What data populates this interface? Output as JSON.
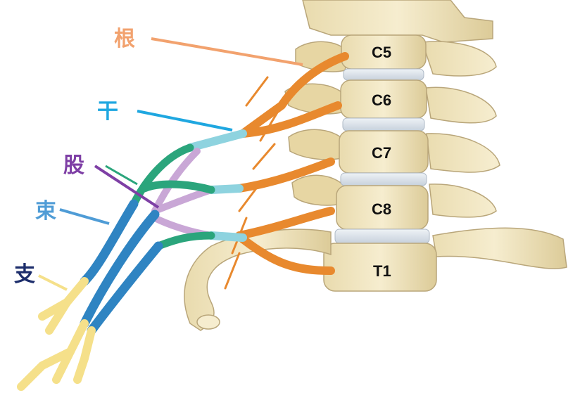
{
  "figure": {
    "labels": [
      {
        "id": "root",
        "text": "根",
        "color": "#F2A26E"
      },
      {
        "id": "trunk",
        "text": "干",
        "color": "#1FA7E0"
      },
      {
        "id": "division",
        "text": "股",
        "color": "#7E3FA5"
      },
      {
        "id": "cord",
        "text": "束",
        "color": "#4F9CD6"
      },
      {
        "id": "branch",
        "text": "支",
        "color": "#1C2D6B"
      }
    ],
    "vertebrae": [
      "C5",
      "C6",
      "C7",
      "C8",
      "T1"
    ]
  },
  "colors": {
    "bone": "#F2E6C0",
    "bone_shade": "#D9C793",
    "disc": "#DDE4EC",
    "root": "#E8892E",
    "trunk": "#8ED3DF",
    "division": "#C9A7D6",
    "cord": "#2F84C2",
    "branch": "#F5E08A",
    "green": "#2BA57C"
  }
}
